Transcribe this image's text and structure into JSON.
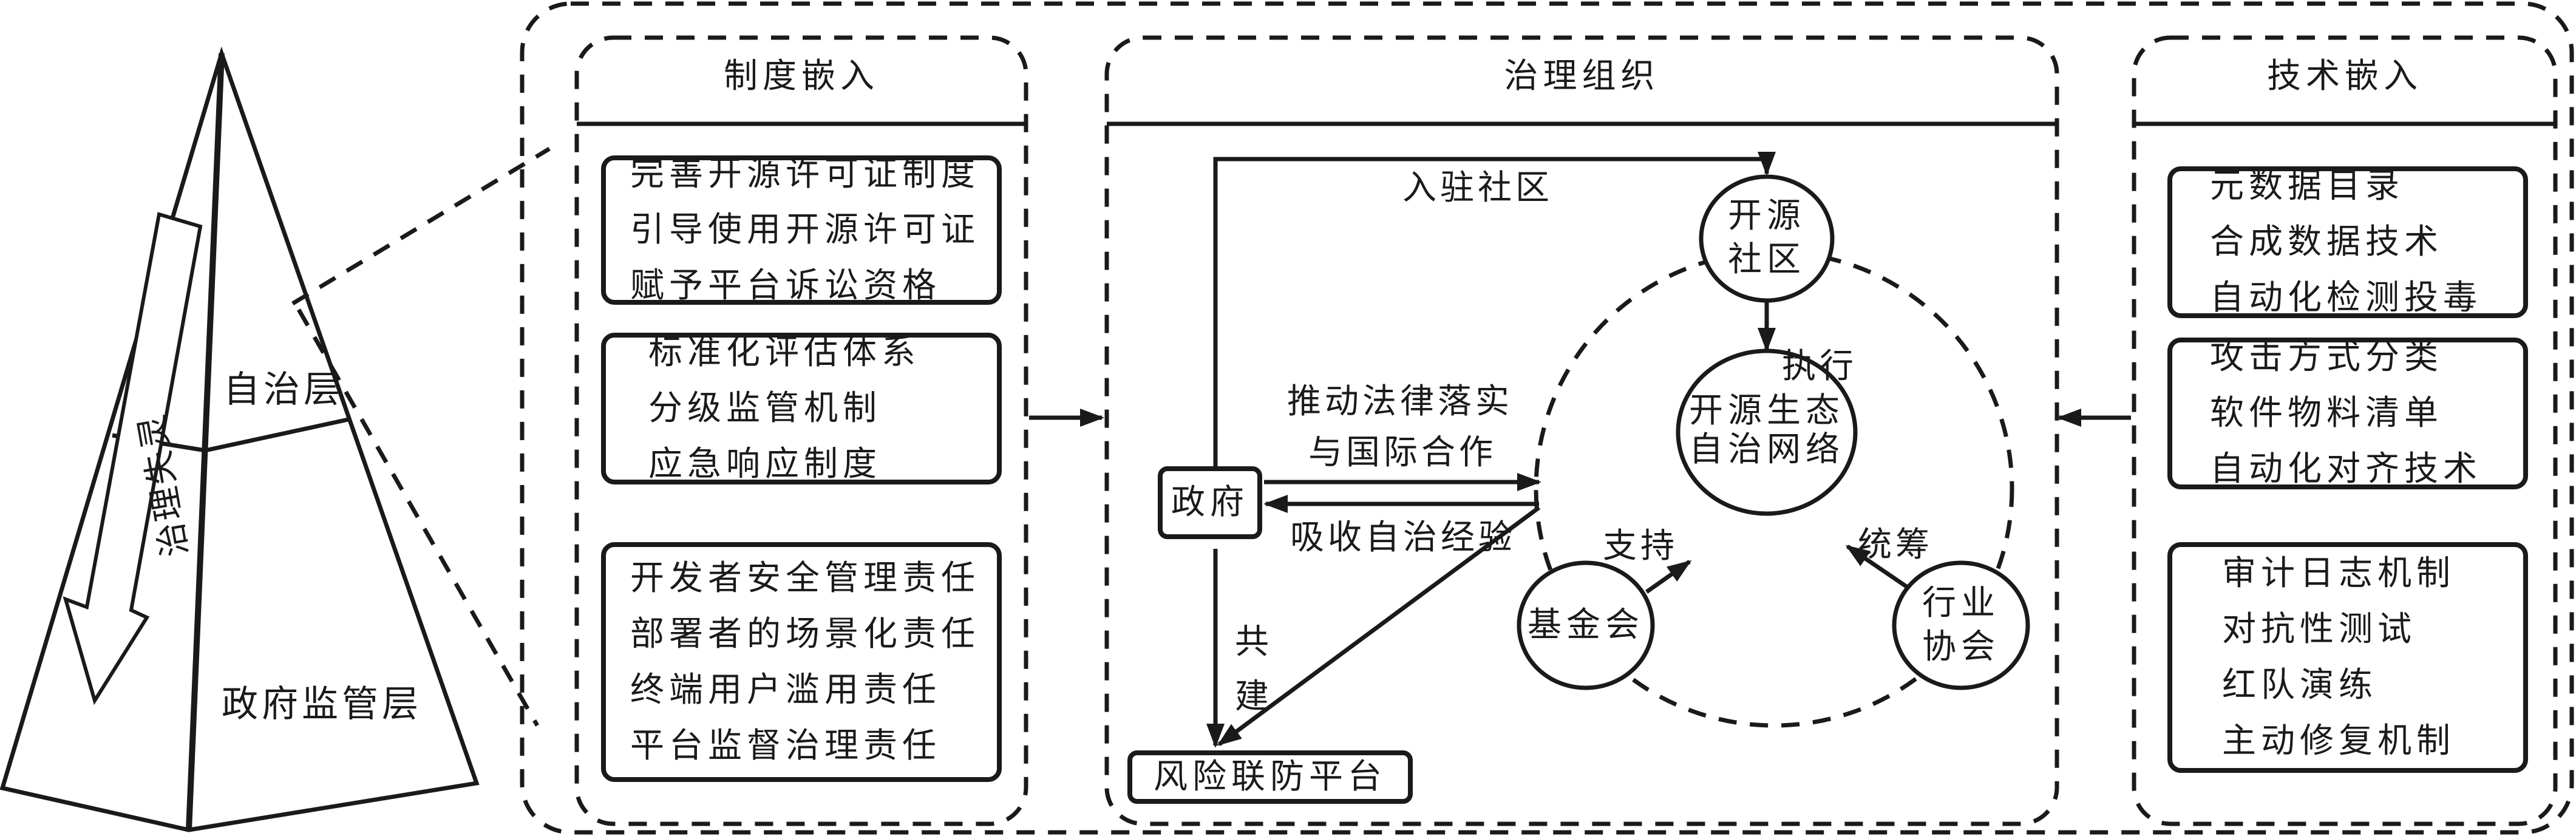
{
  "pyramid": {
    "top_layer": "自治层",
    "bottom_layer": "政府监管层",
    "arrow_label": "治理失灵"
  },
  "panels": {
    "institutional": {
      "title": "制度嵌入",
      "groups": [
        {
          "lines": [
            "完善开源许可证制度",
            "引导使用开源许可证",
            "赋予平台诉讼资格"
          ]
        },
        {
          "lines": [
            "标准化评估体系",
            "分级监管机制",
            "应急响应制度"
          ]
        },
        {
          "lines": [
            "开发者安全管理责任",
            "部署者的场景化责任",
            "终端用户滥用责任",
            "平台监督治理责任"
          ]
        }
      ]
    },
    "organization": {
      "title": "治理组织",
      "nodes": {
        "government": "政府",
        "risk_platform": "风险联防平台",
        "community": [
          "开源",
          "社区"
        ],
        "ecosystem": [
          "开源生态",
          "自治网络"
        ],
        "foundation": "基金会",
        "association": [
          "行业",
          "协会"
        ]
      },
      "edges": {
        "join_community": "入驻社区",
        "promote_law": [
          "推动法律落实",
          "与国际合作"
        ],
        "absorb_experience": "吸收自治经验",
        "co_build": [
          "共",
          "建"
        ],
        "execute": "执行",
        "support": "支持",
        "coordinate": "统筹"
      }
    },
    "technical": {
      "title": "技术嵌入",
      "groups": [
        {
          "lines": [
            "元数据目录",
            "合成数据技术",
            "自动化检测投毒"
          ]
        },
        {
          "lines": [
            "攻击方式分类",
            "软件物料清单",
            "自动化对齐技术"
          ]
        },
        {
          "lines": [
            "审计日志机制",
            "对抗性测试",
            "红队演练",
            "主动修复机制"
          ]
        }
      ]
    }
  }
}
